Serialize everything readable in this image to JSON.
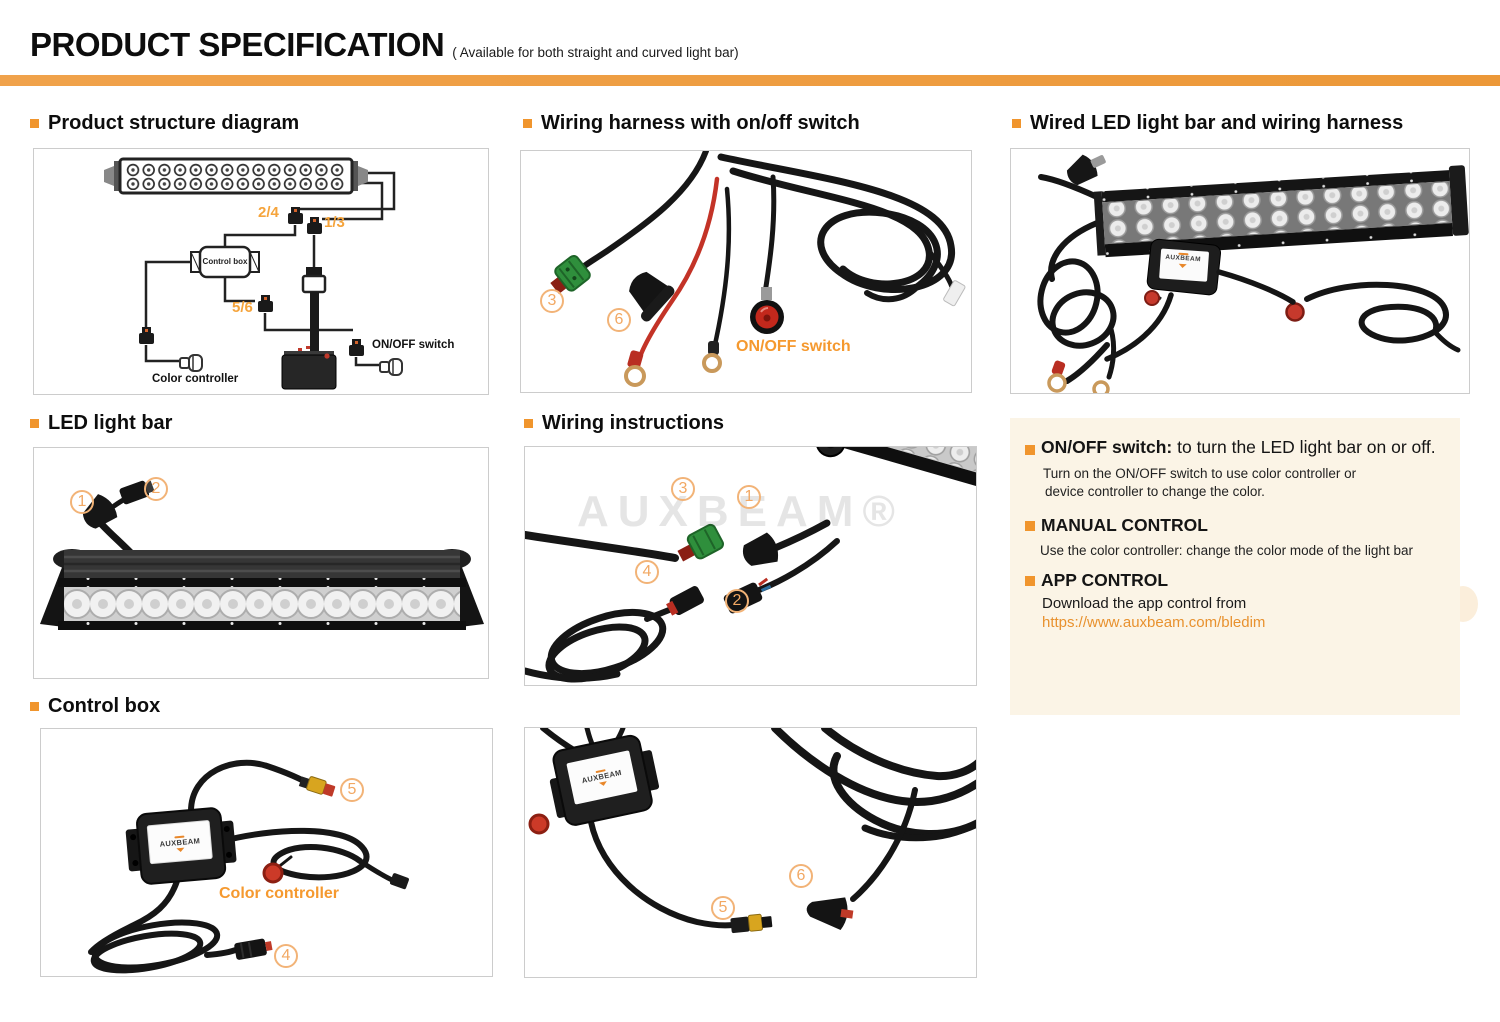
{
  "colors": {
    "accent_bar": "#ED9C42",
    "bullet": "#F0952D",
    "callout": "#F2A863",
    "orange_label": "#F5992F",
    "link": "#E8912E",
    "panel_bg": "#FBF4E6",
    "frame_border": "#CCCCCC"
  },
  "header": {
    "title": "PRODUCT SPECIFICATION",
    "subtitle": "( Available for both straight and curved light bar)"
  },
  "sections": {
    "structure": {
      "title": "Product structure diagram",
      "labels": {
        "port24": "2/4",
        "port13": "1/3",
        "port56": "5/6",
        "control_box": "Control box",
        "on_off_switch": "ON/OFF switch",
        "color_controller": "Color controller"
      }
    },
    "harness": {
      "title": "Wiring harness with on/off switch",
      "callout_3": "3",
      "callout_6": "6",
      "on_off_label": "ON/OFF switch"
    },
    "wired": {
      "title": "Wired LED light bar and wiring harness",
      "brand": "AUXBEAM"
    },
    "led_bar": {
      "title": "LED light bar",
      "callout_1": "1",
      "callout_2": "2"
    },
    "instructions": {
      "title": "Wiring instructions",
      "watermark": "AUXBEAM®",
      "callout_1": "1",
      "callout_2": "2",
      "callout_3": "3",
      "callout_4": "4"
    },
    "info_panel": {
      "item1_heading": "ON/OFF switch:",
      "item1_tail": " to turn the LED light bar on or off.",
      "item1_body_line1": "Turn on the ON/OFF switch to use color controller or",
      "item1_body_line2": "device controller to change the color.",
      "item2_heading": "MANUAL CONTROL",
      "item2_body": "Use the color controller: change the color mode of the light bar",
      "item3_heading": "APP CONTROL",
      "item3_body": "Download the app control from",
      "item3_link": "https://www.auxbeam.com/bledim"
    },
    "control_box": {
      "title": "Control box",
      "callout_4": "4",
      "callout_5": "5",
      "color_controller_label": "Color controller",
      "brand": "AUXBEAM"
    },
    "connectors_photo": {
      "callout_5": "5",
      "callout_6": "6",
      "brand": "AUXBEAM"
    }
  }
}
